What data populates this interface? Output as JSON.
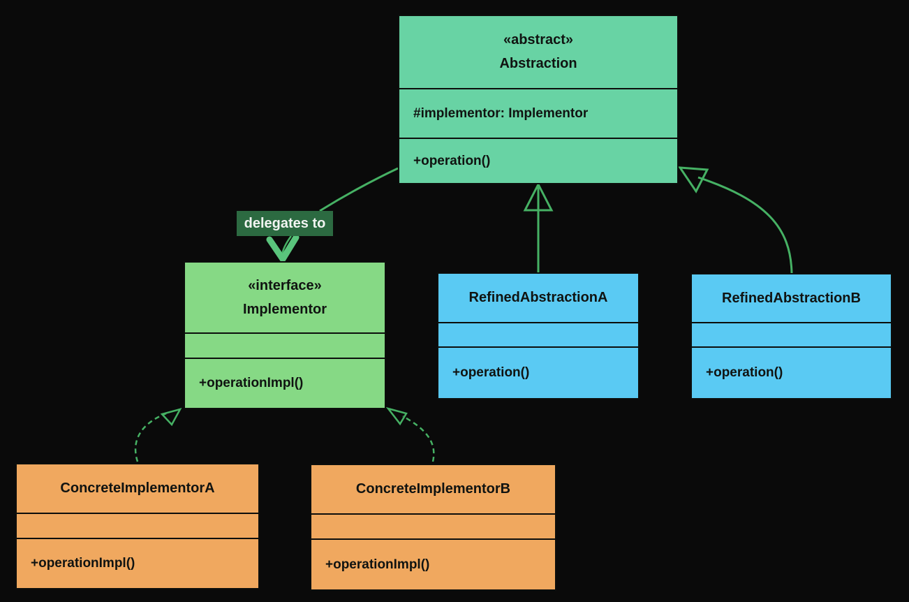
{
  "diagram": {
    "kind": "uml-class-diagram",
    "pattern": "Bridge"
  },
  "colors": {
    "background": "#0a0a0a",
    "abstraction_fill": "#68d3a4",
    "interface_fill": "#86d985",
    "refined_fill": "#5acaf3",
    "concrete_fill": "#f0a85f",
    "edge_line": "#46b164",
    "open_arrowhead": "#5ac47c",
    "label_background": "#2c6a41",
    "label_text": "#f2f5f2",
    "class_text": "#101311"
  },
  "classes": {
    "abstraction": {
      "stereotype": "«abstract»",
      "name": "Abstraction",
      "attribute": "#implementor: Implementor",
      "method": "+operation()"
    },
    "implementor": {
      "stereotype": "«interface»",
      "name": "Implementor",
      "attribute": "",
      "method": "+operationImpl()"
    },
    "refined_a": {
      "name": "RefinedAbstractionA",
      "attribute": "",
      "method": "+operation()"
    },
    "refined_b": {
      "name": "RefinedAbstractionB",
      "attribute": "",
      "method": "+operation()"
    },
    "concrete_a": {
      "name": "ConcreteImplementorA",
      "attribute": "",
      "method": "+operationImpl()"
    },
    "concrete_b": {
      "name": "ConcreteImplementorB",
      "attribute": "",
      "method": "+operationImpl()"
    }
  },
  "relationships": [
    {
      "type": "association",
      "label": "delegates to",
      "from": "Abstraction",
      "to": "Implementor",
      "style": "solid-open-arrow"
    },
    {
      "type": "inheritance",
      "label": "",
      "from": "RefinedAbstractionA",
      "to": "Abstraction",
      "style": "solid-hollow-triangle"
    },
    {
      "type": "inheritance",
      "label": "",
      "from": "RefinedAbstractionB",
      "to": "Abstraction",
      "style": "solid-hollow-triangle"
    },
    {
      "type": "realization",
      "label": "",
      "from": "ConcreteImplementorA",
      "to": "Implementor",
      "style": "dashed-hollow-triangle"
    },
    {
      "type": "realization",
      "label": "",
      "from": "ConcreteImplementorB",
      "to": "Implementor",
      "style": "dashed-hollow-triangle"
    }
  ]
}
